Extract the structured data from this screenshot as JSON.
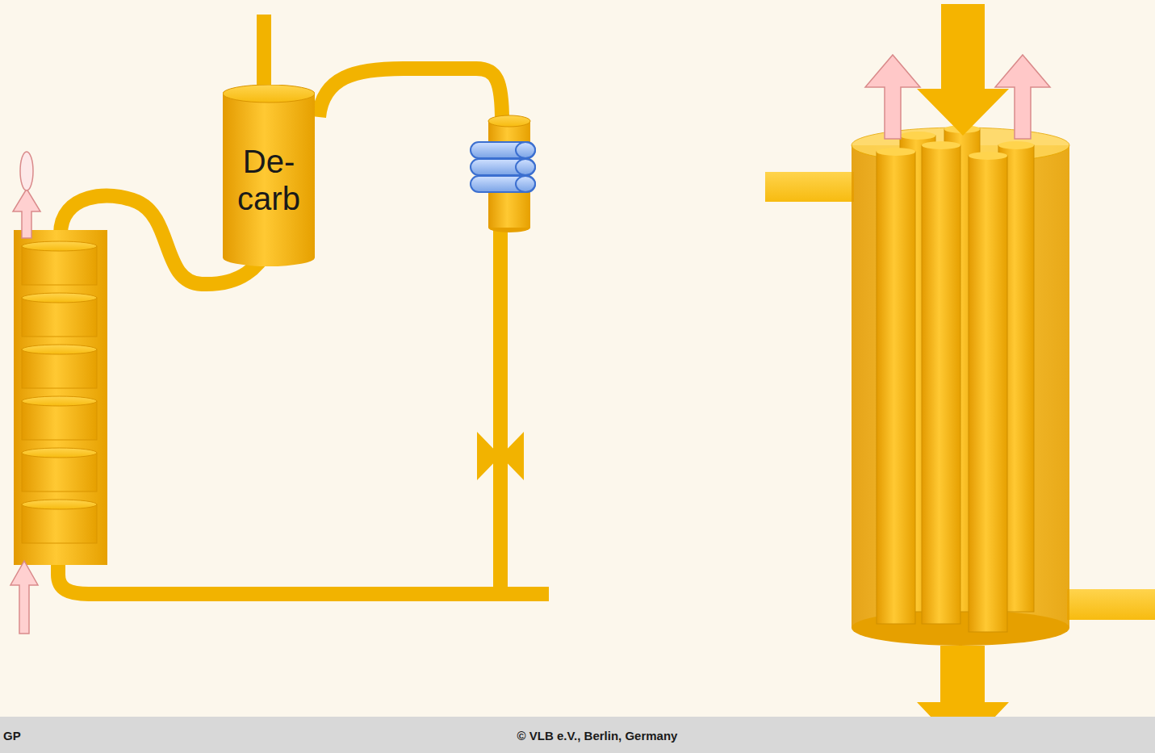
{
  "diagram": {
    "nodes": [
      {
        "text": [
          "De- carb"
        ]
      }
    ],
    "labels": [
      "GP",
      "© VLB e.V., Berlin, Germany"
    ]
  }
}
